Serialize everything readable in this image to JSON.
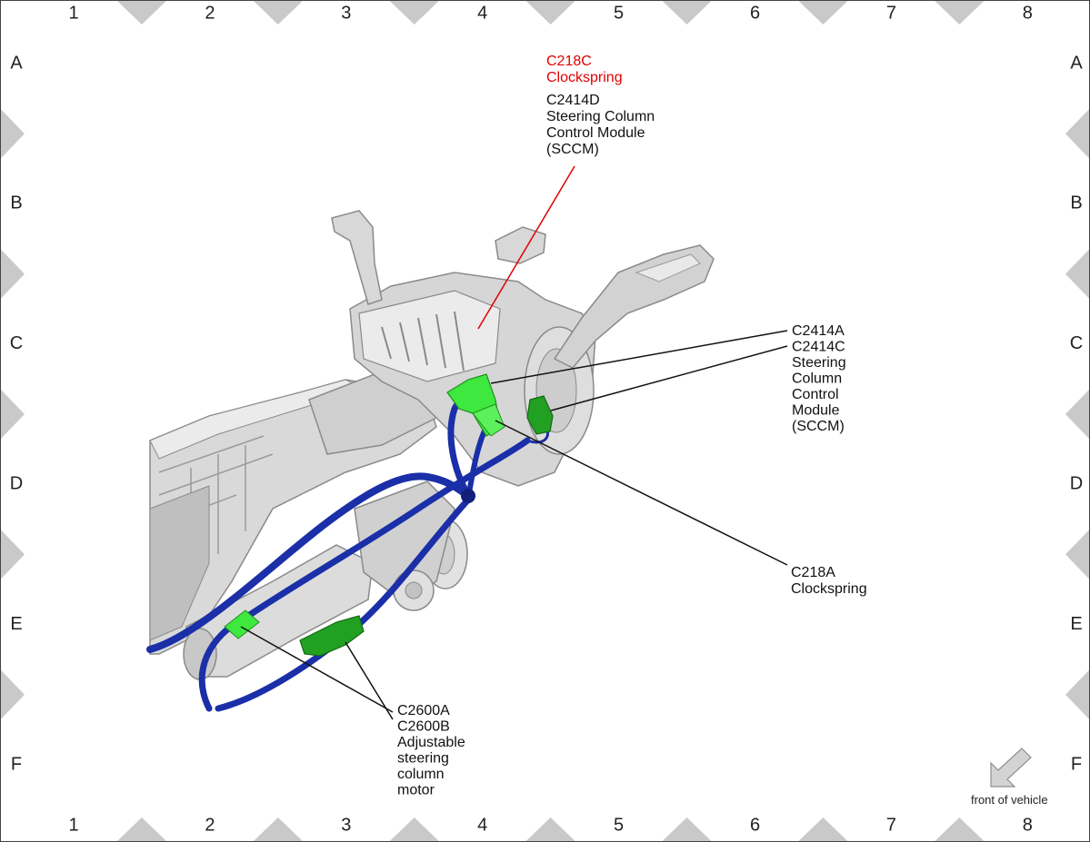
{
  "grid": {
    "columns": [
      "1",
      "2",
      "3",
      "4",
      "5",
      "6",
      "7",
      "8"
    ],
    "rows": [
      "A",
      "B",
      "C",
      "D",
      "E",
      "F"
    ]
  },
  "callouts": {
    "c218c": {
      "lines": [
        "C218C",
        "Clockspring"
      ],
      "color": "#e00000"
    },
    "c2414d": {
      "lines": [
        "C2414D",
        "Steering Column",
        "Control Module",
        "(SCCM)"
      ]
    },
    "c2414a_c": {
      "lines": [
        "C2414A",
        "C2414C",
        "Steering",
        "Column",
        "Control",
        "Module",
        "(SCCM)"
      ]
    },
    "c218a": {
      "lines": [
        "C218A",
        "Clockspring"
      ]
    },
    "c2600": {
      "lines": [
        "C2600A",
        "C2600B",
        "Adjustable",
        "steering",
        "column",
        "motor"
      ]
    }
  },
  "orientation": {
    "label": "front of vehicle",
    "icon": "arrow-down-left-icon"
  },
  "colors": {
    "connector_bright": "#3ee83e",
    "connector_dark": "#22a022",
    "harness": "#1a2fa8",
    "callout_red": "#e00000",
    "component": "#d4d4d4"
  }
}
